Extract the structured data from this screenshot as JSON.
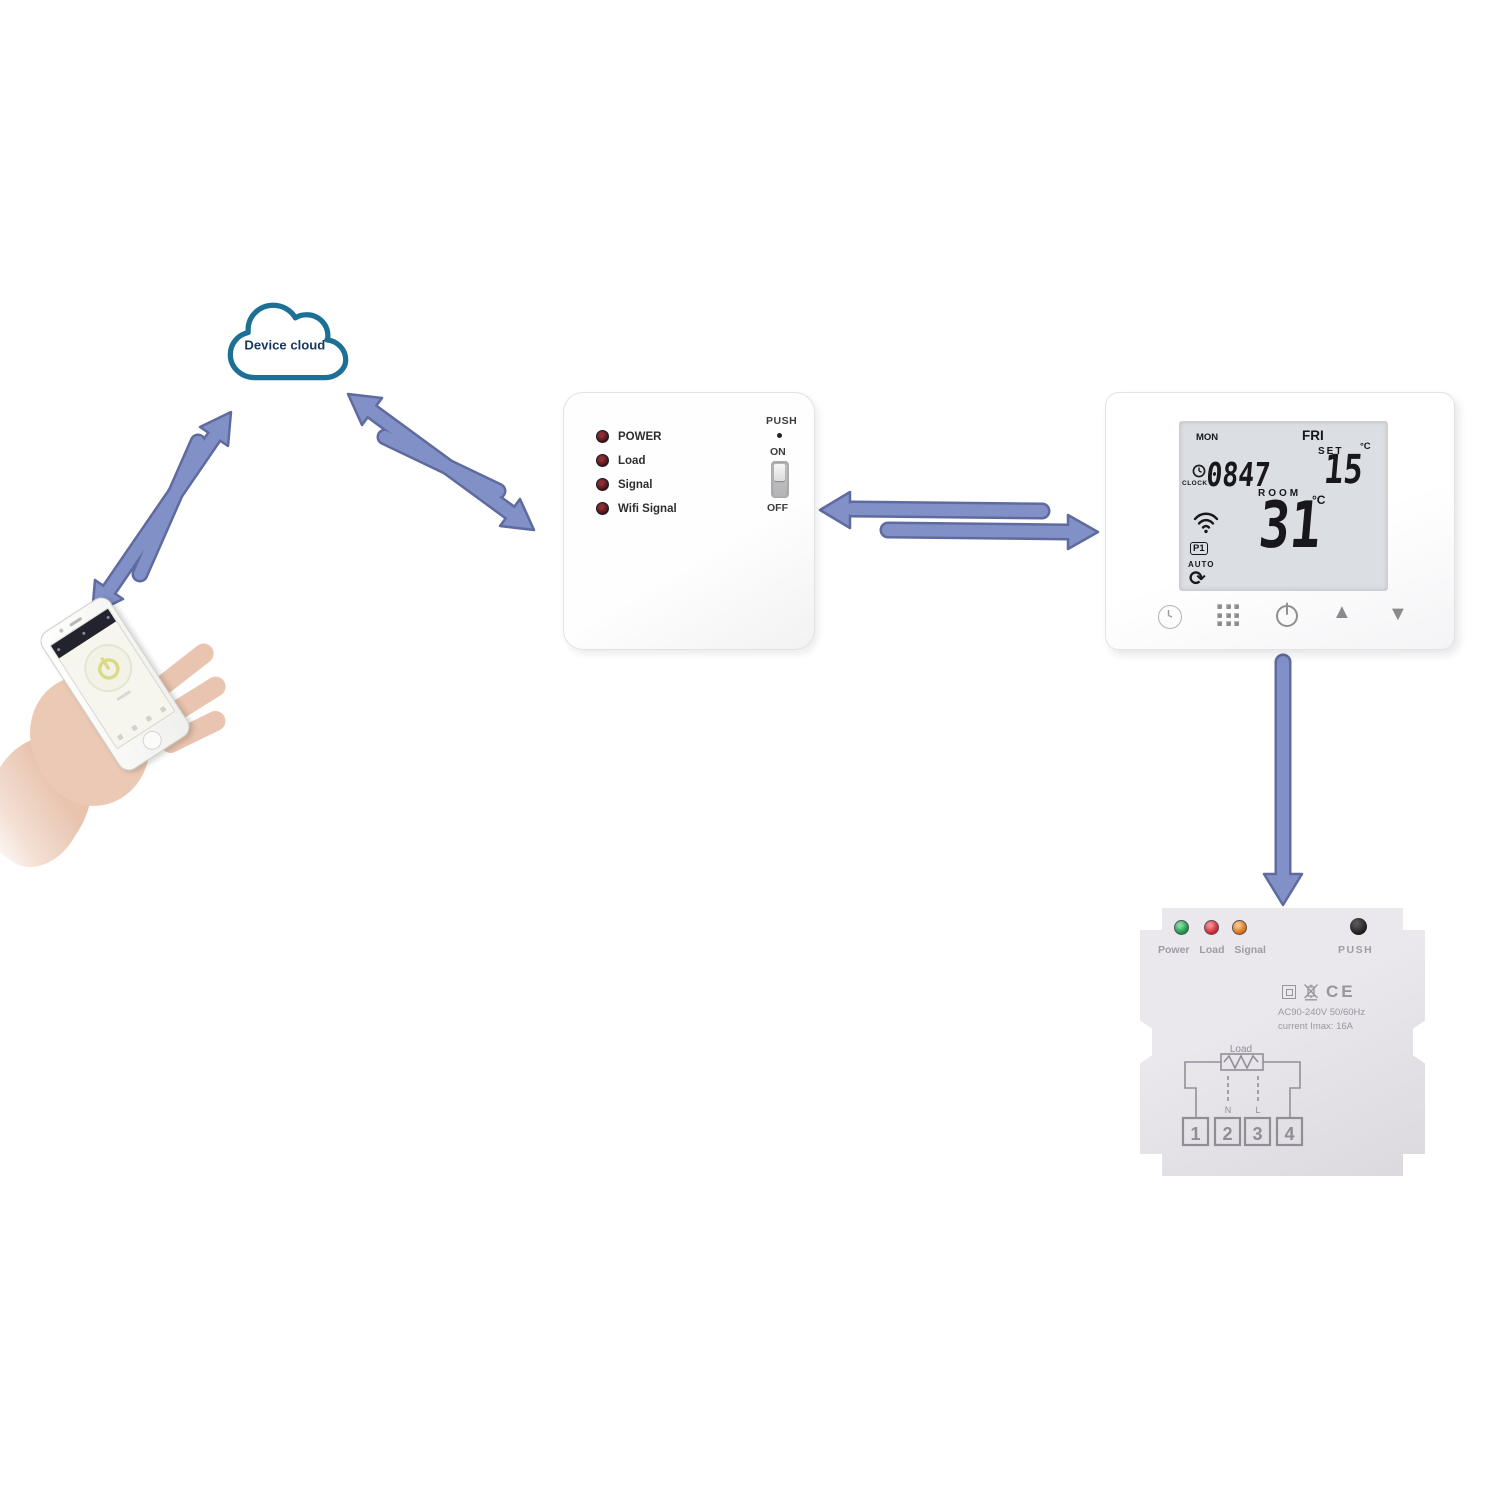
{
  "colors": {
    "arrow_fill": "#8191c7",
    "arrow_outline": "#5f6b9f",
    "cloud_outline": "#1c7095",
    "cloud_text": "#17375e",
    "lcd_bg": "#dbdee3",
    "relay_led_power": "#1f9e4b",
    "relay_led_load": "#d42e3a",
    "relay_led_signal": "#e07820"
  },
  "cloud": {
    "label": "Device cloud"
  },
  "receiver": {
    "leds": [
      {
        "label": "POWER"
      },
      {
        "label": "Load"
      },
      {
        "label": "Signal"
      },
      {
        "label": "Wifi Signal"
      }
    ],
    "push_label": "PUSH",
    "on_label": "ON",
    "off_label": "OFF"
  },
  "thermostat": {
    "day_active": "MON",
    "day_set": "FRI",
    "set_label": "SET",
    "set_temp": "15",
    "set_unit": "°C",
    "clock_label": "CLOCK",
    "time": "0847",
    "room_label": "ROOM",
    "room_temp": "31",
    "room_unit": "°C",
    "program_icon": "P1",
    "auto_label": "AUTO",
    "refresh_icon": "⟳",
    "up_icon": "▲",
    "down_icon": "▼"
  },
  "relay": {
    "led_caption": "Power Load Signal",
    "push_label": "PUSH",
    "ce_mark": "CE",
    "spec_line1": "AC90-240V 50/60Hz",
    "spec_line2": "current Imax: 16A",
    "load_label": "Load",
    "n_label": "N",
    "l_label": "L",
    "terminals": [
      "1",
      "2",
      "3",
      "4"
    ]
  }
}
